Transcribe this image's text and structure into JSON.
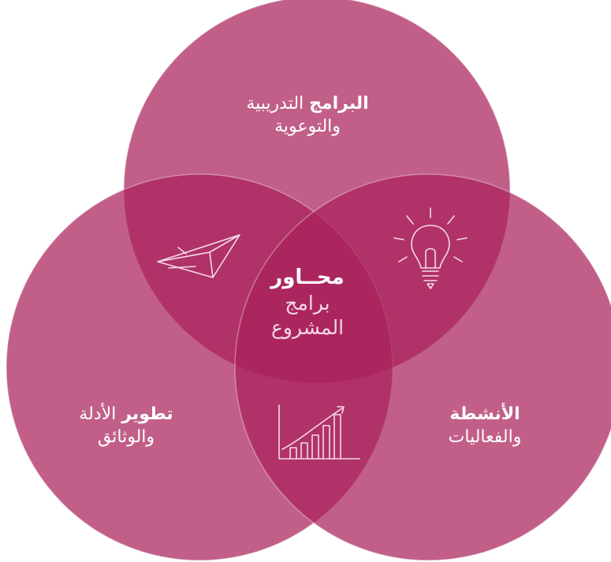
{
  "diagram": {
    "circles": [
      {
        "id": "top",
        "color": "#a9215b"
      },
      {
        "id": "left",
        "color": "#a9215b"
      },
      {
        "id": "right",
        "color": "#a9215b"
      }
    ],
    "top_circle": {
      "bold": "البرامج",
      "rest": " التدريبية",
      "line2": "والتوعوية"
    },
    "left_circle": {
      "bold": "تطوير",
      "rest": " الأدلة",
      "line2": "والوثائق"
    },
    "right_circle": {
      "bold": "الأنشطة",
      "line2": "والفعاليات"
    },
    "center": {
      "title": "محــاور",
      "line1": "برامج",
      "line2": "المشروع"
    },
    "icons": [
      "paper-plane-icon",
      "light-bulb-icon",
      "bar-chart-icon"
    ]
  }
}
